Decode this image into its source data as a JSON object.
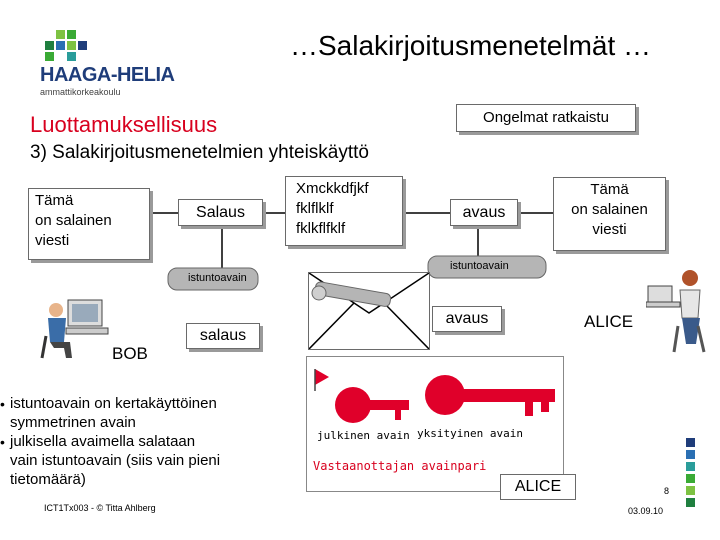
{
  "header": {
    "title": "…Salakirjoitusmenetelmät …",
    "logo_name": "HAAGA-HELIA",
    "logo_sub": "ammattikorkeakoulu"
  },
  "section": {
    "title": "Luottamuksellisuus",
    "status_box": "Ongelmat ratkaistu",
    "subtitle": "3) Salakirjoitusmenetelmien yhteiskäyttö"
  },
  "diagram": {
    "message_plain_left": "Tämä\non salainen\nviesti",
    "encrypt_label": "Salaus",
    "ciphertext": "Xmckkdfjkf\nfklflklf\nfklkflfklf",
    "decrypt_label": "avaus",
    "message_plain_right": "Tämä\non salainen\nviesti",
    "session_key_left": "istuntoavain",
    "session_key_right": "istuntoavain",
    "key_encrypt_label": "salaus",
    "key_decrypt_label": "avaus",
    "sender": "BOB",
    "receiver": "ALICE",
    "public_key_label": "julkinen avain",
    "private_key_label": "yksityinen avain",
    "keypair_label": "Vastaanottajan avainpari",
    "keypair_owner": "ALICE"
  },
  "bullets": [
    "istuntoavain on kertakäyttöinen\nsymmetrinen avain",
    "julkisella avaimella salataan\nvain istuntoavain (siis vain pieni\ntietomäärä)"
  ],
  "footer": {
    "course": "ICT1Tx003 - © Titta Ahlberg",
    "page_number": "8",
    "date": "03.09.10"
  },
  "colors": {
    "key_red": "#e0002a",
    "key_gray": "#b5b5b5",
    "logo_green": "#3aaa35",
    "logo_blue": "#1f3d7a",
    "accent_teal": "#2a9d9a"
  }
}
